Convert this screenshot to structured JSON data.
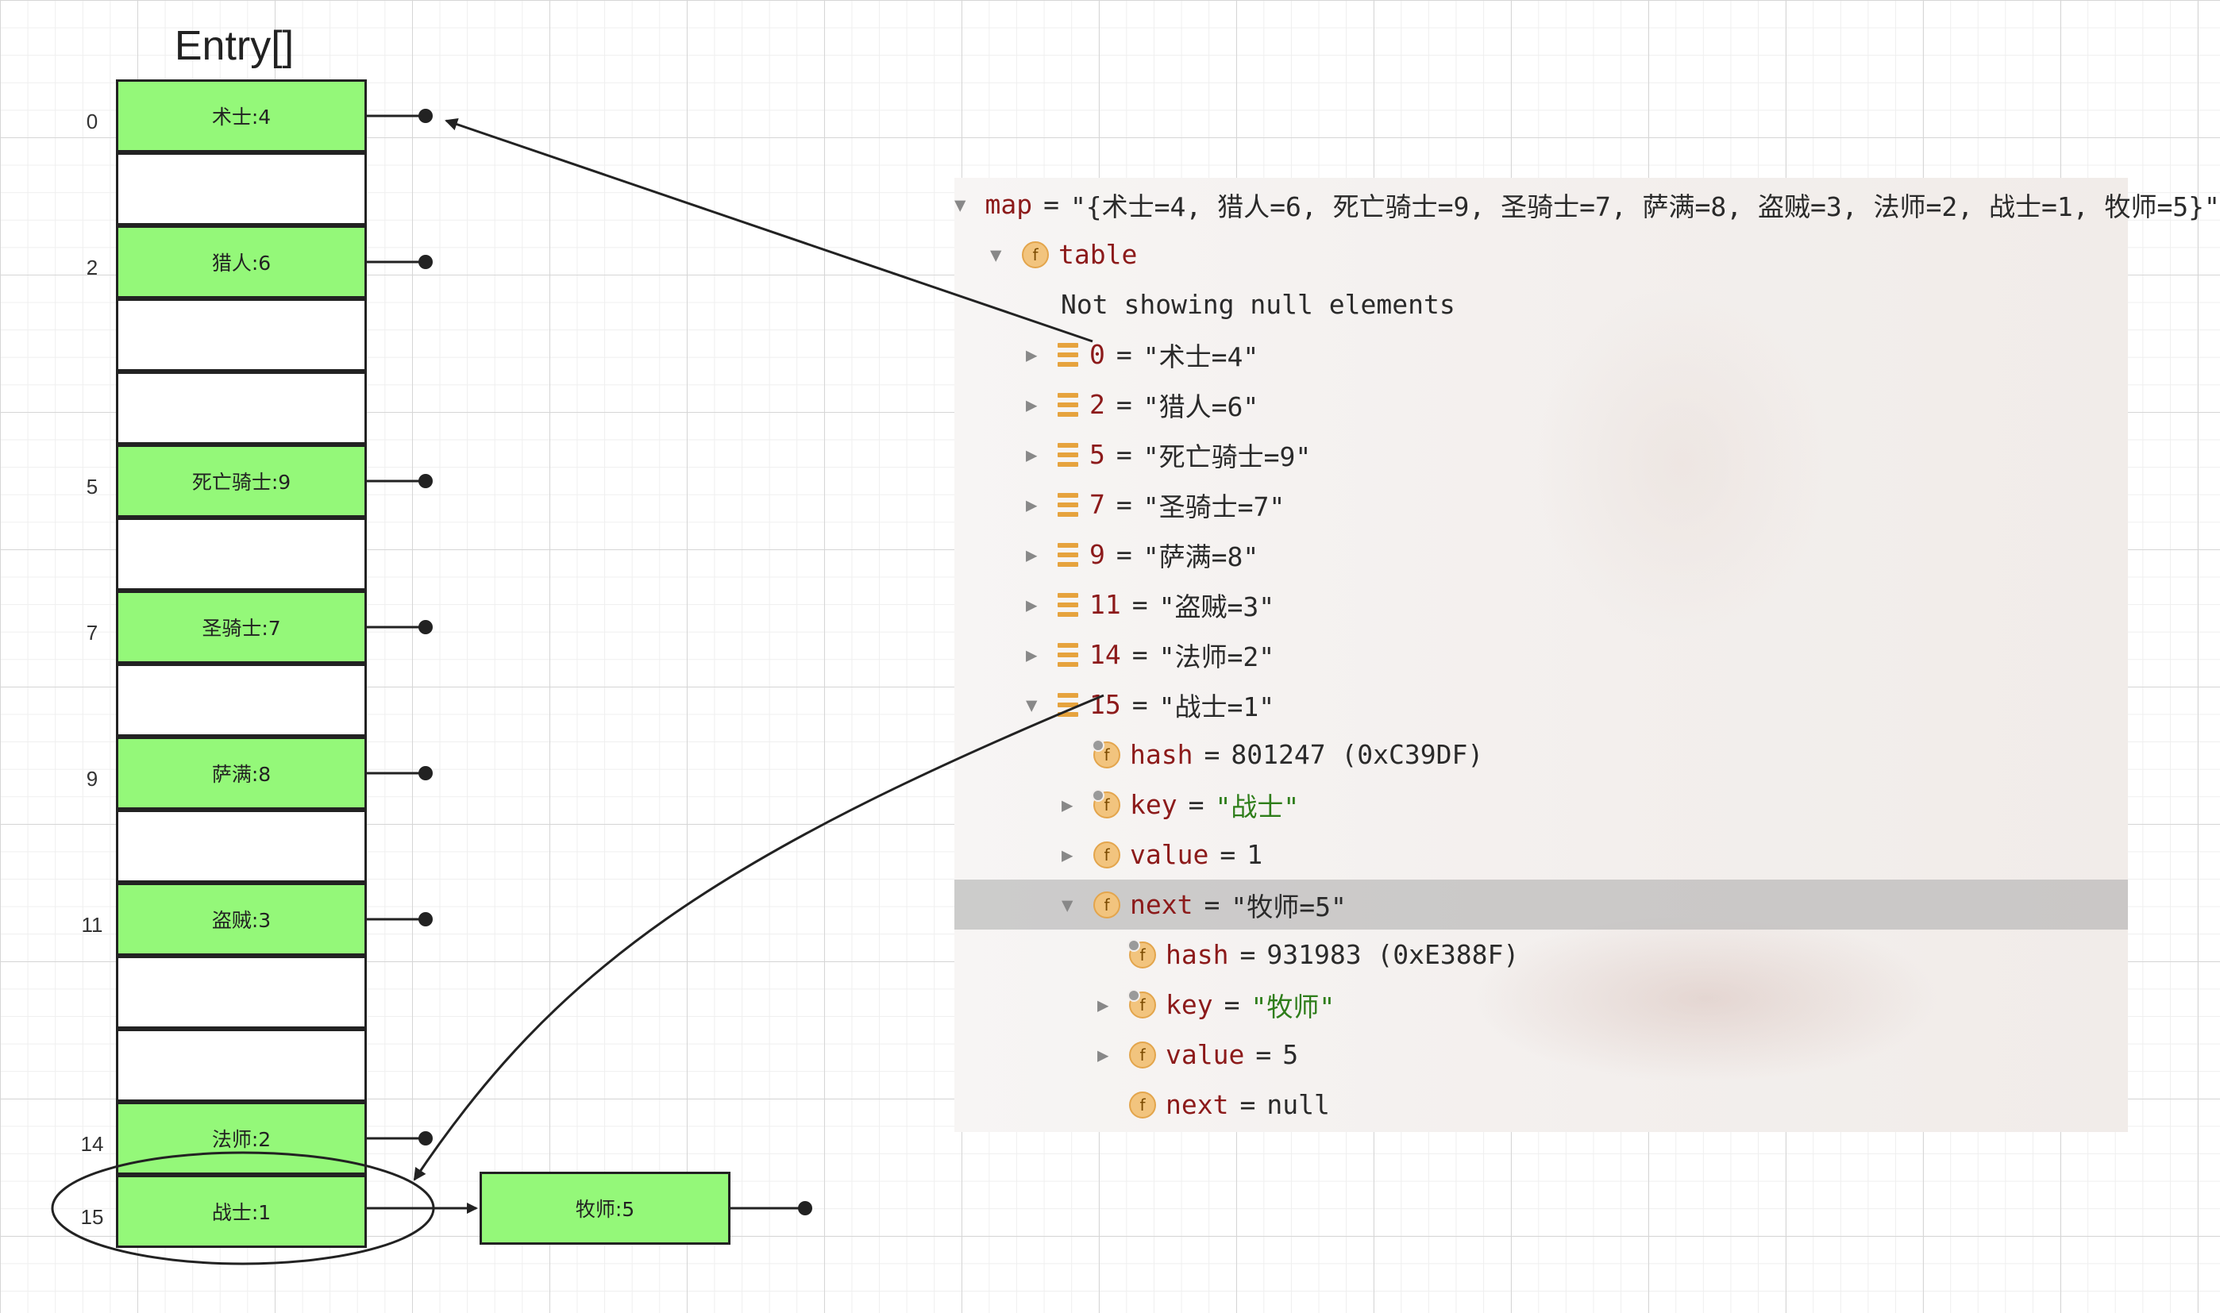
{
  "diagram": {
    "title": "Entry[]",
    "slots": [
      {
        "index": "0",
        "label": "术士:4"
      },
      {
        "index": "",
        "label": ""
      },
      {
        "index": "2",
        "label": "猎人:6"
      },
      {
        "index": "",
        "label": ""
      },
      {
        "index": "",
        "label": ""
      },
      {
        "index": "5",
        "label": "死亡骑士:9"
      },
      {
        "index": "",
        "label": ""
      },
      {
        "index": "7",
        "label": "圣骑士:7"
      },
      {
        "index": "",
        "label": ""
      },
      {
        "index": "9",
        "label": "萨满:8"
      },
      {
        "index": "",
        "label": ""
      },
      {
        "index": "11",
        "label": "盗贼:3"
      },
      {
        "index": "",
        "label": ""
      },
      {
        "index": "",
        "label": ""
      },
      {
        "index": "14",
        "label": "法师:2"
      },
      {
        "index": "15",
        "label": "战士:1"
      }
    ],
    "next_node": "牧师:5",
    "colors": {
      "filled": "#94f879",
      "line": "#222222"
    }
  },
  "debugger": {
    "rows": [
      {
        "depth": 0,
        "toggle": "expanded",
        "icon": "array-icon",
        "name": "map",
        "eq": "=",
        "value": "\"{术士=4, 猎人=6, 死亡骑士=9, 圣骑士=7, 萨满=8, 盗贼=3, 法师=2, 战士=1, 牧师=5}\"",
        "value_style": "str"
      },
      {
        "depth": 1,
        "toggle": "expanded",
        "icon": "field-icon",
        "name": "table",
        "eq": "",
        "value": "",
        "value_style": "str"
      },
      {
        "depth": 2,
        "toggle": "none",
        "icon": "none",
        "name": "",
        "eq": "",
        "value": "Not showing null elements",
        "value_style": "plain"
      },
      {
        "depth": 2,
        "toggle": "collapsed",
        "icon": "array-icon",
        "name": "0",
        "eq": "=",
        "value": "\"术士=4\"",
        "value_style": "str"
      },
      {
        "depth": 2,
        "toggle": "collapsed",
        "icon": "array-icon",
        "name": "2",
        "eq": "=",
        "value": "\"猎人=6\"",
        "value_style": "str"
      },
      {
        "depth": 2,
        "toggle": "collapsed",
        "icon": "array-icon",
        "name": "5",
        "eq": "=",
        "value": "\"死亡骑士=9\"",
        "value_style": "str"
      },
      {
        "depth": 2,
        "toggle": "collapsed",
        "icon": "array-icon",
        "name": "7",
        "eq": "=",
        "value": "\"圣骑士=7\"",
        "value_style": "str"
      },
      {
        "depth": 2,
        "toggle": "collapsed",
        "icon": "array-icon",
        "name": "9",
        "eq": "=",
        "value": "\"萨满=8\"",
        "value_style": "str"
      },
      {
        "depth": 2,
        "toggle": "collapsed",
        "icon": "array-icon",
        "name": "11",
        "eq": "=",
        "value": "\"盗贼=3\"",
        "value_style": "str"
      },
      {
        "depth": 2,
        "toggle": "collapsed",
        "icon": "array-icon",
        "name": "14",
        "eq": "=",
        "value": "\"法师=2\"",
        "value_style": "str"
      },
      {
        "depth": 2,
        "toggle": "expanded",
        "icon": "array-icon",
        "name": "15",
        "eq": "=",
        "value": "\"战士=1\"",
        "value_style": "str"
      },
      {
        "depth": 3,
        "toggle": "none",
        "icon": "field-lock-icon",
        "name": "hash",
        "eq": "=",
        "value": "801247 (0xC39DF)",
        "value_style": "num"
      },
      {
        "depth": 3,
        "toggle": "collapsed",
        "icon": "field-lock-icon",
        "name": "key",
        "eq": "=",
        "value": "\"战士\"",
        "value_style": "str-green"
      },
      {
        "depth": 3,
        "toggle": "collapsed",
        "icon": "field-icon",
        "name": "value",
        "eq": "=",
        "value": "1",
        "value_style": "num"
      },
      {
        "depth": 3,
        "toggle": "expanded",
        "icon": "field-icon",
        "name": "next",
        "eq": "=",
        "value": "\"牧师=5\"",
        "value_style": "str",
        "selected": true
      },
      {
        "depth": 4,
        "toggle": "none",
        "icon": "field-lock-icon",
        "name": "hash",
        "eq": "=",
        "value": "931983 (0xE388F)",
        "value_style": "num"
      },
      {
        "depth": 4,
        "toggle": "collapsed",
        "icon": "field-lock-icon",
        "name": "key",
        "eq": "=",
        "value": "\"牧师\"",
        "value_style": "str-green"
      },
      {
        "depth": 4,
        "toggle": "collapsed",
        "icon": "field-icon",
        "name": "value",
        "eq": "=",
        "value": "5",
        "value_style": "num"
      },
      {
        "depth": 4,
        "toggle": "none",
        "icon": "field-icon",
        "name": "next",
        "eq": "=",
        "value": "null",
        "value_style": "num"
      }
    ]
  }
}
